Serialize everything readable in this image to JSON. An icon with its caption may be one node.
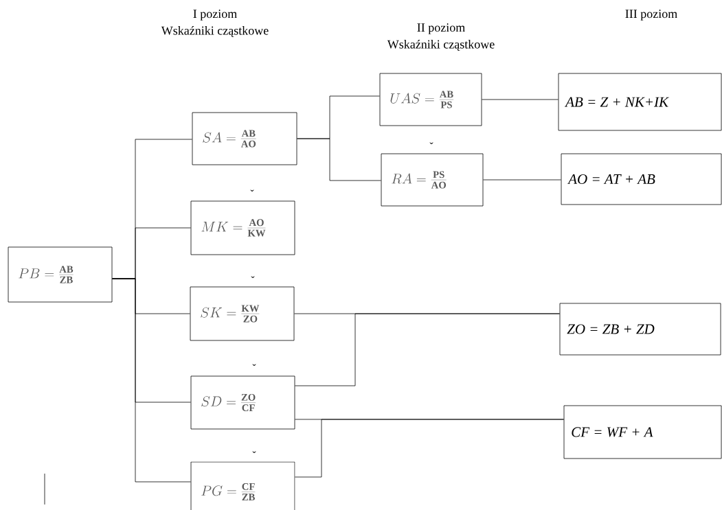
{
  "diagram": {
    "nodes": [
      {
        "text": [
          "PB=\\frac{\\mathbf{AB}}{\\mathbf{ZB}}"
        ]
      },
      {
        "text": [
          "SA=\\frac{\\mathbf{AB}}{\\mathbf{AO}}"
        ]
      },
      {
        "text": [
          "MK=\\frac{\\mathbf{AO}}{\\mathbf{KW}}"
        ]
      },
      {
        "text": [
          "SK=\\frac{\\mathbf{KW}}{\\mathbf{ZO}}"
        ]
      },
      {
        "text": [
          "SD=\\frac{\\mathbf{ZO}}{\\mathbf{CF}}"
        ]
      },
      {
        "text": [
          "PG=\\frac{\\mathbf{CF}}{\\mathbf{ZB}}"
        ]
      },
      {
        "text": [
          "UAS=\\frac{\\mathbf{AB}}{\\mathbf{PS}}"
        ]
      },
      {
        "text": [
          "RA=\\frac{\\mathbf{PS}}{\\mathbf{AO}}"
        ]
      },
      {
        "text": [
          "AB = Z + NK+IK"
        ]
      },
      {
        "text": [
          "AO = AT + AB"
        ]
      },
      {
        "text": [
          "ZO = ZB + ZD"
        ]
      },
      {
        "text": [
          "CF = WF + A"
        ]
      }
    ],
    "edges": [
      {
        "from": 0,
        "to": 1,
        "arrow": "none"
      },
      {
        "from": 0,
        "to": 2,
        "arrow": "none"
      },
      {
        "from": 0,
        "to": 3,
        "arrow": "none"
      },
      {
        "from": 0,
        "to": 4,
        "arrow": "none"
      },
      {
        "from": 0,
        "to": 5,
        "arrow": "none"
      },
      {
        "from": 1,
        "to": 6,
        "arrow": "none"
      },
      {
        "from": 1,
        "to": 7,
        "arrow": "none"
      },
      {
        "from": 6,
        "to": 8,
        "arrow": "none"
      },
      {
        "from": 7,
        "to": 9,
        "arrow": "none"
      },
      {
        "from": 3,
        "to": 10,
        "arrow": "none"
      },
      {
        "from": 4,
        "to": 10,
        "arrow": "none"
      },
      {
        "from": 4,
        "to": 11,
        "arrow": "none"
      },
      {
        "from": 5,
        "to": 11,
        "arrow": "none"
      }
    ],
    "labels": [
      "I poziom",
      "Wskaźniki cząstkowe",
      "II poziom",
      "Wskaźniki cząstkowe",
      "III poziom",
      "ˇ",
      "ˇ",
      "ˇ",
      "ˇ",
      "ˇ"
    ]
  }
}
